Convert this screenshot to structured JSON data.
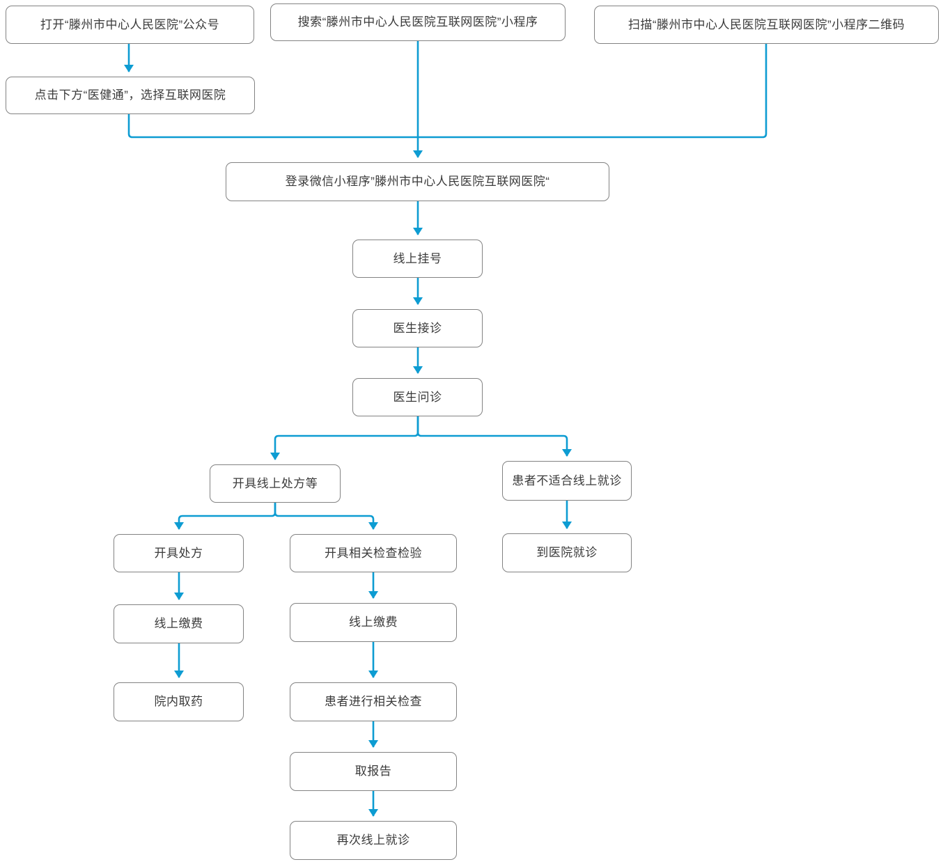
{
  "diagram_title": "",
  "colors": {
    "accent": "#0D9CD2",
    "node_border": "#828282",
    "node_text": "#3A3A3A",
    "canvas_bg": "#FFFFFF"
  },
  "nodes": {
    "open_official_account": {
      "label": "打开“滕州市中心人民医院”公众号"
    },
    "search_miniprogram": {
      "label": "搜索“滕州市中心人民医院互联网医院”小程序"
    },
    "scan_qrcode": {
      "label": "扫描“滕州市中心人民医院互联网医院”小程序二维码"
    },
    "click_yijiantong": {
      "label": "点击下方“医健通”，选择互联网医院"
    },
    "login_miniprogram": {
      "label": "登录微信小程序”滕州市中心人民医院互联网医院“"
    },
    "online_registration": {
      "label": "线上挂号"
    },
    "doctor_reception": {
      "label": "医生接诊"
    },
    "doctor_consultation": {
      "label": "医生问诊"
    },
    "issue_online_prescription": {
      "label": "开具线上处方等"
    },
    "patient_not_suitable": {
      "label": "患者不适合线上就诊"
    },
    "issue_prescription": {
      "label": "开具处方"
    },
    "issue_related_tests": {
      "label": "开具相关检查检验"
    },
    "visit_hospital": {
      "label": "到医院就诊"
    },
    "online_payment_rx": {
      "label": "线上缴费"
    },
    "online_payment_tests": {
      "label": "线上缴费"
    },
    "pickup_medicine_in_hospital": {
      "label": "院内取药"
    },
    "patient_take_tests": {
      "label": "患者进行相关检查"
    },
    "get_report": {
      "label": "取报告"
    },
    "revisit_online": {
      "label": "再次线上就诊"
    }
  },
  "edges": [
    {
      "from": "open_official_account",
      "to": "click_yijiantong"
    },
    {
      "from": "click_yijiantong",
      "to": "login_miniprogram"
    },
    {
      "from": "search_miniprogram",
      "to": "login_miniprogram"
    },
    {
      "from": "scan_qrcode",
      "to": "login_miniprogram"
    },
    {
      "from": "login_miniprogram",
      "to": "online_registration"
    },
    {
      "from": "online_registration",
      "to": "doctor_reception"
    },
    {
      "from": "doctor_reception",
      "to": "doctor_consultation"
    },
    {
      "from": "doctor_consultation",
      "to": "issue_online_prescription"
    },
    {
      "from": "doctor_consultation",
      "to": "patient_not_suitable"
    },
    {
      "from": "issue_online_prescription",
      "to": "issue_prescription"
    },
    {
      "from": "issue_online_prescription",
      "to": "issue_related_tests"
    },
    {
      "from": "patient_not_suitable",
      "to": "visit_hospital"
    },
    {
      "from": "issue_prescription",
      "to": "online_payment_rx"
    },
    {
      "from": "issue_related_tests",
      "to": "online_payment_tests"
    },
    {
      "from": "online_payment_rx",
      "to": "pickup_medicine_in_hospital"
    },
    {
      "from": "online_payment_tests",
      "to": "patient_take_tests"
    },
    {
      "from": "patient_take_tests",
      "to": "get_report"
    },
    {
      "from": "get_report",
      "to": "revisit_online"
    }
  ]
}
